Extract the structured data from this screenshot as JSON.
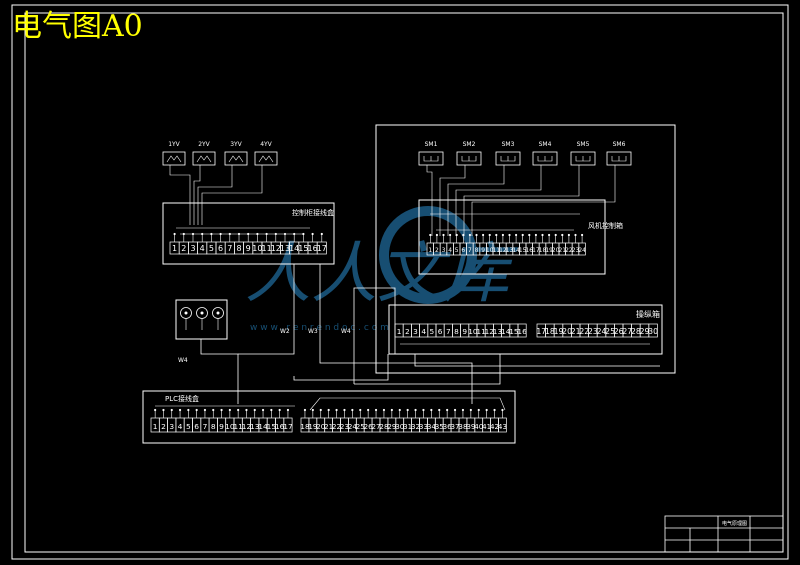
{
  "title": "电气图A0",
  "colors": {
    "background": "#000000",
    "lines": "#ffffff",
    "title": "#ffff00",
    "watermark": "#2a8fd0"
  },
  "watermark": {
    "text": "人人文库",
    "url": "w w w . r e n r e n d o c . c o m"
  },
  "box1": {
    "label": "控制柜接线盒",
    "devices": [
      "1YV",
      "2YV",
      "3YV",
      "4YV"
    ],
    "terminals": [
      "1",
      "2",
      "3",
      "4",
      "5",
      "6",
      "7",
      "8",
      "9",
      "10",
      "11",
      "12",
      "13",
      "14",
      "15",
      "16",
      "17"
    ]
  },
  "box2": {
    "label": "风机控制箱",
    "switches": [
      "SM1",
      "SM2",
      "SM3",
      "SM4",
      "SM5",
      "SM6"
    ],
    "terminals": [
      "1",
      "2",
      "3",
      "4",
      "5",
      "6",
      "7",
      "8",
      "9",
      "10",
      "11",
      "12",
      "13",
      "14",
      "15",
      "16",
      "17",
      "18",
      "19",
      "20",
      "21",
      "22",
      "23",
      "24"
    ]
  },
  "box3": {
    "label": "操纵箱",
    "terminals_left": [
      "1",
      "2",
      "3",
      "4",
      "5",
      "6",
      "7",
      "8",
      "9",
      "10",
      "11",
      "12",
      "13",
      "14",
      "15",
      "16"
    ],
    "terminals_right": [
      "17",
      "18",
      "19",
      "20",
      "21",
      "22",
      "23",
      "24",
      "25",
      "26",
      "27",
      "28",
      "29",
      "30"
    ]
  },
  "box4": {
    "label": "PLC接线盒",
    "terminals_left": [
      "1",
      "2",
      "3",
      "4",
      "5",
      "6",
      "7",
      "8",
      "9",
      "10",
      "11",
      "12",
      "13",
      "14",
      "15",
      "16",
      "17"
    ],
    "terminals_right": [
      "18",
      "19",
      "20",
      "21",
      "22",
      "23",
      "24",
      "25",
      "26",
      "27",
      "28",
      "29",
      "30",
      "31",
      "32",
      "33",
      "34",
      "35",
      "36",
      "37",
      "38",
      "39",
      "40",
      "41",
      "42",
      "43"
    ]
  },
  "cables": [
    "W4",
    "W2",
    "W3",
    "W4"
  ],
  "titleblock": {
    "name": "电气原理图"
  }
}
